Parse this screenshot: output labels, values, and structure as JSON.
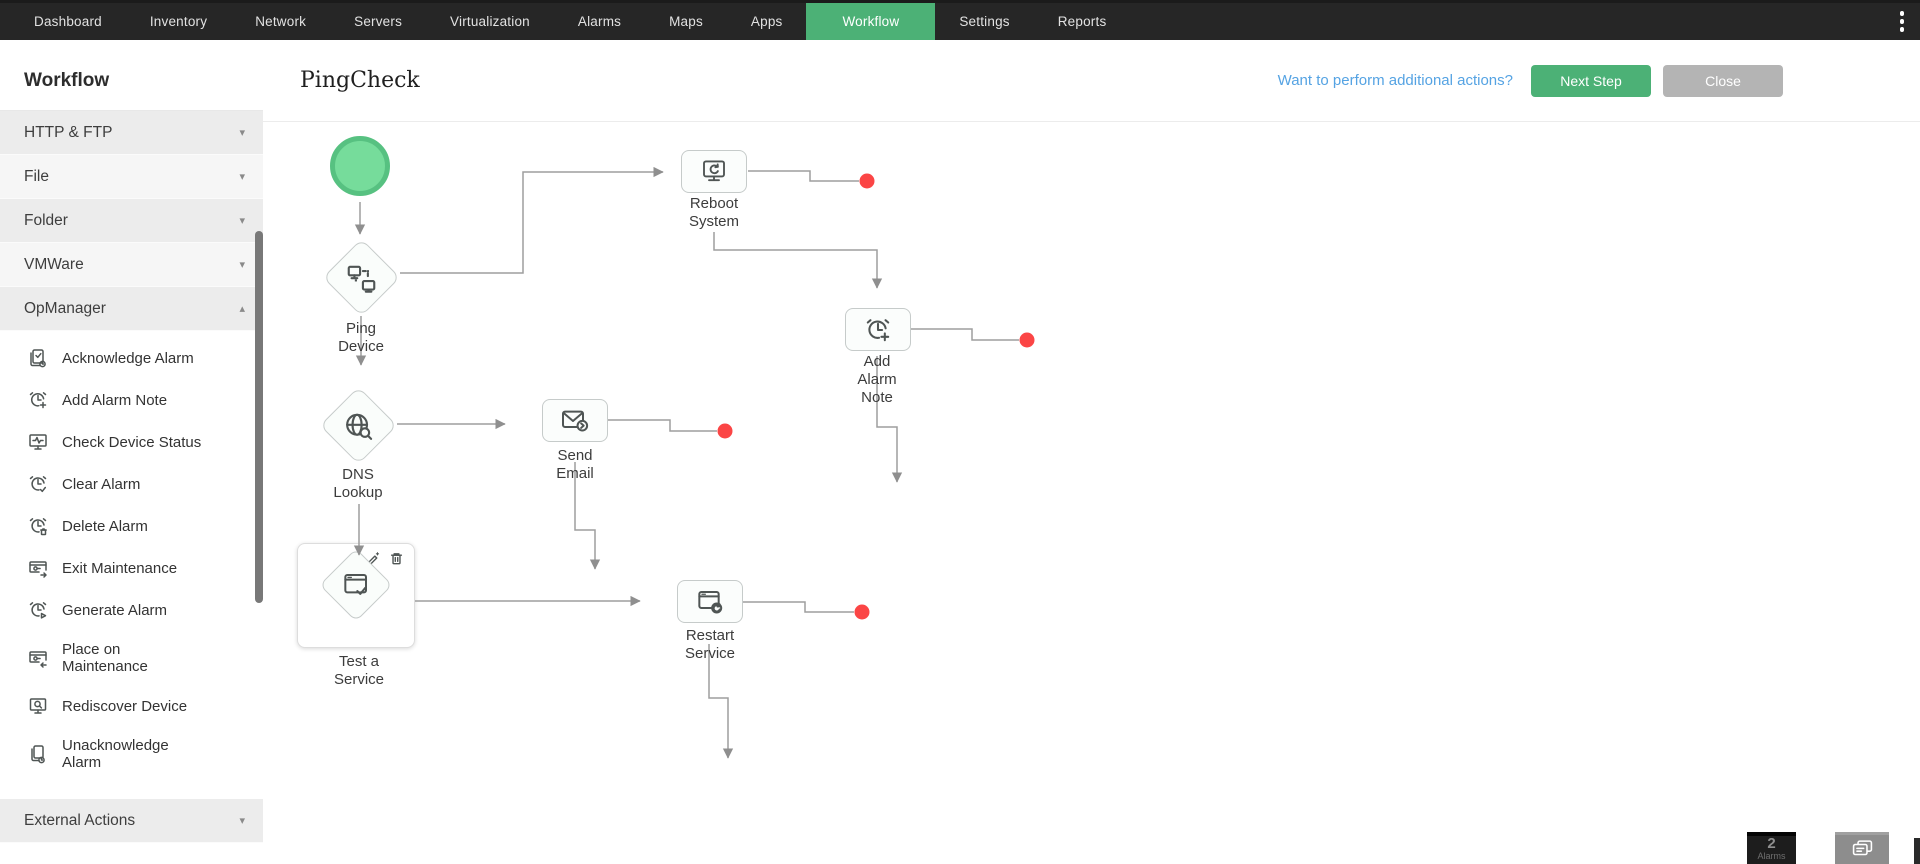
{
  "nav": {
    "items": [
      {
        "label": "Dashboard",
        "active": false
      },
      {
        "label": "Inventory",
        "active": false
      },
      {
        "label": "Network",
        "active": false
      },
      {
        "label": "Servers",
        "active": false
      },
      {
        "label": "Virtualization",
        "active": false
      },
      {
        "label": "Alarms",
        "active": false
      },
      {
        "label": "Maps",
        "active": false
      },
      {
        "label": "Apps",
        "active": false
      },
      {
        "label": "Workflow",
        "active": true
      },
      {
        "label": "Settings",
        "active": false
      },
      {
        "label": "Reports",
        "active": false
      }
    ],
    "more_icon": "kebab-menu-icon"
  },
  "sidebar": {
    "title": "Workflow",
    "sections": [
      {
        "label": "HTTP & FTP",
        "state": "collapsed"
      },
      {
        "label": "File",
        "state": "collapsed"
      },
      {
        "label": "Folder",
        "state": "collapsed"
      },
      {
        "label": "VMWare",
        "state": "collapsed"
      },
      {
        "label": "OpManager",
        "state": "expanded"
      }
    ],
    "opmanager_items": [
      {
        "icon": "acknowledge-alarm-icon",
        "label": "Acknowledge Alarm"
      },
      {
        "icon": "add-alarm-note-icon",
        "label": "Add Alarm Note"
      },
      {
        "icon": "check-device-status-icon",
        "label": "Check Device Status"
      },
      {
        "icon": "clear-alarm-icon",
        "label": "Clear Alarm"
      },
      {
        "icon": "delete-alarm-icon",
        "label": "Delete Alarm"
      },
      {
        "icon": "exit-maintenance-icon",
        "label": "Exit Maintenance"
      },
      {
        "icon": "generate-alarm-icon",
        "label": "Generate Alarm"
      },
      {
        "icon": "place-on-maintenance-icon",
        "label": "Place on\nMaintenance"
      },
      {
        "icon": "rediscover-device-icon",
        "label": "Rediscover Device"
      },
      {
        "icon": "unacknowledge-alarm-icon",
        "label": "Unacknowledge\nAlarm"
      }
    ],
    "footer_section": {
      "label": "External Actions",
      "state": "collapsed"
    }
  },
  "header": {
    "title": "PingCheck",
    "prompt_link": "Want to perform additional actions?",
    "next_step_label": "Next Step",
    "close_label": "Close"
  },
  "canvas": {
    "start_node": "workflow-start",
    "nodes": [
      {
        "id": "ping-device",
        "shape": "diamond",
        "icon": "ping-device-icon",
        "label": "Ping\nDevice"
      },
      {
        "id": "reboot-system",
        "shape": "rect",
        "icon": "reboot-system-icon",
        "label": "Reboot\nSystem"
      },
      {
        "id": "add-alarm-note",
        "shape": "rect",
        "icon": "add-alarm-note-icon",
        "label": "Add\nAlarm\nNote"
      },
      {
        "id": "dns-lookup",
        "shape": "diamond",
        "icon": "dns-lookup-icon",
        "label": "DNS\nLookup"
      },
      {
        "id": "send-email",
        "shape": "rect",
        "icon": "send-email-icon",
        "label": "Send\nEmail"
      },
      {
        "id": "test-a-service",
        "shape": "diamond",
        "selected": true,
        "icon": "test-service-icon",
        "label": "Test a\nService"
      },
      {
        "id": "restart-service",
        "shape": "rect",
        "icon": "restart-service-icon",
        "label": "Restart\nService"
      }
    ],
    "endpoint_marker": "red-dot"
  },
  "status_widgets": {
    "alarm_count": "2",
    "alarm_unit": "Alarms",
    "chat_icon": "chat-bubbles-icon"
  },
  "colors": {
    "nav_bg": "#262626",
    "accent_green": "#4CB176",
    "link_blue": "#55A3E3",
    "close_gray": "#B4B4B4",
    "endpoint_red": "#FB4545",
    "start_node_fill": "#76DC9B",
    "start_node_ring": "#57C181"
  }
}
